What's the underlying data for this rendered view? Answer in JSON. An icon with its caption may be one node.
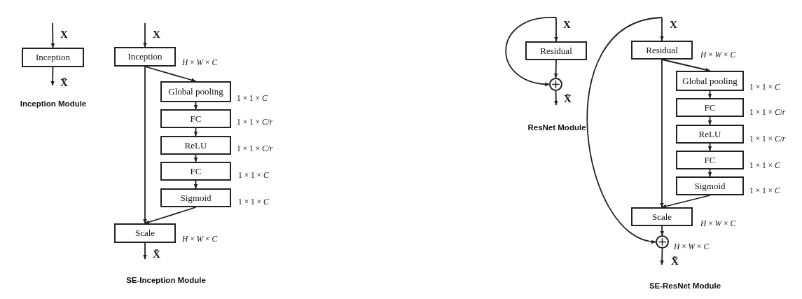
{
  "diagram": {
    "nodes": [
      {
        "text": [
          "Inception"
        ]
      },
      {
        "text": [
          "Inception"
        ],
        "beside": [
          "*H* × *W* × *C*"
        ]
      },
      {
        "text": [
          "Global pooling"
        ],
        "beside": [
          "1 × 1 × *C*"
        ]
      },
      {
        "text": [
          "FC"
        ],
        "beside": [
          "1 × 1 × *C*/*r*"
        ]
      },
      {
        "text": [
          "ReLU"
        ],
        "beside": [
          "1 × 1 × *C*/*r*"
        ]
      },
      {
        "text": [
          "FC"
        ],
        "beside": [
          "1 × 1 × *C*"
        ]
      },
      {
        "text": [
          "Sigmoid"
        ],
        "beside": [
          "1 × 1 × *C*"
        ]
      },
      {
        "text": [
          "Scale"
        ],
        "beside": [
          "*H* × *W* × *C*"
        ]
      },
      {
        "text": [
          "Residual"
        ]
      },
      {
        "text": [],
        "shape": "circle"
      },
      {
        "text": [
          "Residual"
        ],
        "beside": [
          "*H* × *W* × *C*"
        ]
      },
      {
        "text": [
          "Global pooling"
        ],
        "beside": [
          "1 × 1 × *C*"
        ]
      },
      {
        "text": [
          "FC"
        ],
        "beside": [
          "1 × 1 × *C*/*r*"
        ]
      },
      {
        "text": [
          "ReLU"
        ],
        "beside": [
          "1 × 1 × *C*/*r*"
        ]
      },
      {
        "text": [
          "FC"
        ],
        "beside": [
          "1 × 1 × *C*"
        ]
      },
      {
        "text": [
          "Sigmoid"
        ],
        "beside": [
          "1 × 1 × *C*"
        ]
      },
      {
        "text": [
          "Scale"
        ],
        "beside": [
          "*H* × *W* × *C*"
        ]
      },
      {
        "text": [],
        "shape": "circle",
        "beside": [
          "*H* × *W* × *C*"
        ]
      }
    ],
    "edges": [
      {
        "from": null,
        "to": 0,
        "arrow": "to",
        "label": "X"
      },
      {
        "from": 0,
        "to": null,
        "arrow": "to",
        "label": "X̃"
      },
      {
        "from": null,
        "to": 1,
        "arrow": "to",
        "label": "X"
      },
      {
        "from": 1,
        "to": 2,
        "arrow": "to"
      },
      {
        "from": 2,
        "to": 3,
        "arrow": "to"
      },
      {
        "from": 3,
        "to": 4,
        "arrow": "to"
      },
      {
        "from": 4,
        "to": 5,
        "arrow": "to"
      },
      {
        "from": 5,
        "to": 6,
        "arrow": "to"
      },
      {
        "from": 6,
        "to": 7,
        "arrow": "to"
      },
      {
        "from": 1,
        "to": 7,
        "arrow": "to"
      },
      {
        "from": 7,
        "to": null,
        "arrow": "to",
        "label": "X̃"
      },
      {
        "from": null,
        "to": 8,
        "arrow": "to",
        "label": "X"
      },
      {
        "from": null,
        "to": 9,
        "arrow": "to"
      },
      {
        "from": 8,
        "to": 9,
        "arrow": "to"
      },
      {
        "from": 9,
        "to": null,
        "arrow": "to",
        "label": "X̃"
      },
      {
        "from": null,
        "to": 10,
        "arrow": "to",
        "label": "X"
      },
      {
        "from": null,
        "to": 17,
        "arrow": "to"
      },
      {
        "from": 10,
        "to": 11,
        "arrow": "to"
      },
      {
        "from": 11,
        "to": 12,
        "arrow": "to"
      },
      {
        "from": 12,
        "to": 13,
        "arrow": "to"
      },
      {
        "from": 13,
        "to": 14,
        "arrow": "to"
      },
      {
        "from": 14,
        "to": 15,
        "arrow": "to"
      },
      {
        "from": 15,
        "to": 16,
        "arrow": "to"
      },
      {
        "from": 10,
        "to": 16,
        "arrow": "to"
      },
      {
        "from": 16,
        "to": 17,
        "arrow": "to"
      },
      {
        "from": 17,
        "to": null,
        "arrow": "to",
        "label": "X̃"
      }
    ],
    "labels": [
      "Inception Module",
      "SE-Inception Module",
      "ResNet Module",
      "SE-ResNet Module"
    ]
  }
}
